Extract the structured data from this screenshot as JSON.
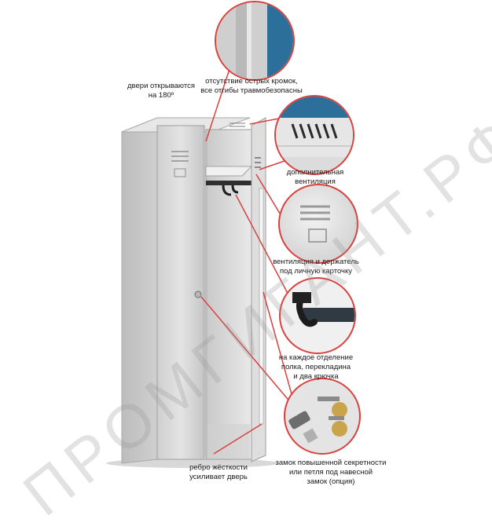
{
  "callouts": {
    "doors_180": "двери открываются\nна 180º",
    "no_sharp_edges": "отсутствие острых кромок,\nвсе отгибы травмобезопасны",
    "extra_ventilation": "дополнительная\nвентиляция",
    "vent_and_holder": "вентиляция и держатель\nпод личную карточку",
    "shelf_bar_hooks": "на каждое отделение\nполка, перекладина\nи два крючка",
    "rib_strengthens": "ребро жёсткости\nусиливает дверь",
    "lock_option": "замок повышенной секретности\nили петля под навесной\nзамок (опция)"
  },
  "watermark": "ПРОМГИГАНТ.РФ",
  "colors": {
    "accent_line": "#d9413f",
    "cabinet_body": "#d6d6d6",
    "cabinet_shadow": "#b8b8b8",
    "inner_blue": "#2c6f9a"
  }
}
